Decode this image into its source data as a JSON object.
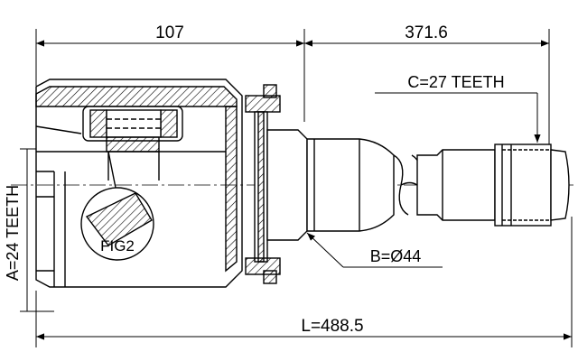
{
  "drawing": {
    "dimensions": {
      "housing_length": "107",
      "shaft_length": "371.6",
      "overall_length": "L=488.5"
    },
    "labels": {
      "outer_spline": "C=27 TEETH",
      "inner_spline": "A=24 TEETH",
      "shaft_diameter": "B=Ø44",
      "detail_ref": "FIG2"
    },
    "colors": {
      "line": "#000000",
      "background": "#ffffff"
    }
  }
}
